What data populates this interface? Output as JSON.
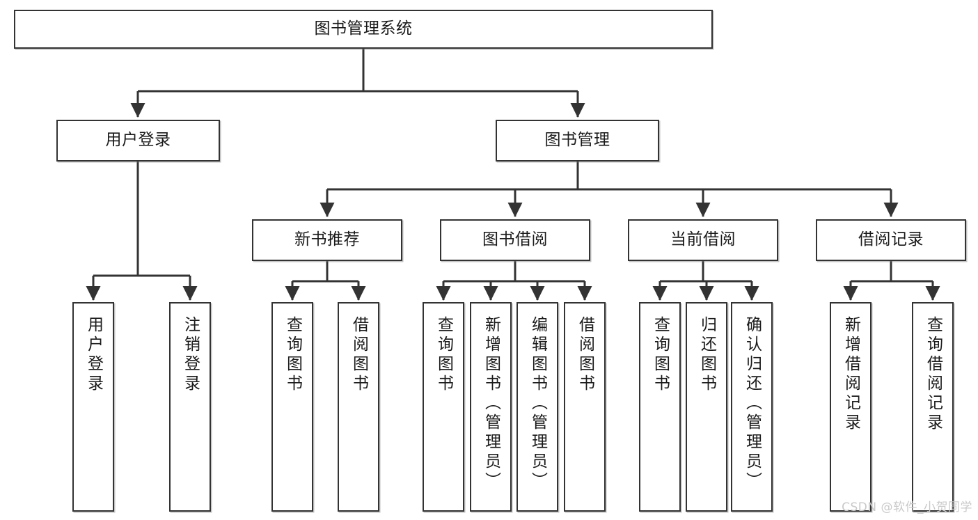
{
  "diagram": {
    "title": "图书管理系统",
    "watermark": "CSDN @软件_小贺同学",
    "line_color": "#333333",
    "box_border_color": "#333333",
    "box_fill_color": "#ffffff",
    "text_color": "#1a1a1a",
    "watermark_color": "#c9c9c9",
    "root": {
      "label": "图书管理系统"
    },
    "level2": [
      {
        "label": "用户登录"
      },
      {
        "label": "图书管理"
      }
    ],
    "level3": [
      {
        "label": "新书推荐"
      },
      {
        "label": "图书借阅"
      },
      {
        "label": "当前借阅"
      },
      {
        "label": "借阅记录"
      }
    ],
    "leaves": [
      {
        "label": "用户登录",
        "parent": "用户登录"
      },
      {
        "label": "注销登录",
        "parent": "用户登录"
      },
      {
        "label": "查询图书",
        "parent": "新书推荐"
      },
      {
        "label": "借阅图书",
        "parent": "新书推荐"
      },
      {
        "label": "查询图书",
        "parent": "图书借阅"
      },
      {
        "label": "新增图书（管理员）",
        "parent": "图书借阅"
      },
      {
        "label": "编辑图书（管理员）",
        "parent": "图书借阅"
      },
      {
        "label": "借阅图书",
        "parent": "图书借阅"
      },
      {
        "label": "查询图书",
        "parent": "当前借阅"
      },
      {
        "label": "归还图书",
        "parent": "当前借阅"
      },
      {
        "label": "确认归还（管理员）",
        "parent": "当前借阅"
      },
      {
        "label": "新增借阅记录",
        "parent": "借阅记录"
      },
      {
        "label": "查询借阅记录",
        "parent": "借阅记录"
      }
    ]
  }
}
